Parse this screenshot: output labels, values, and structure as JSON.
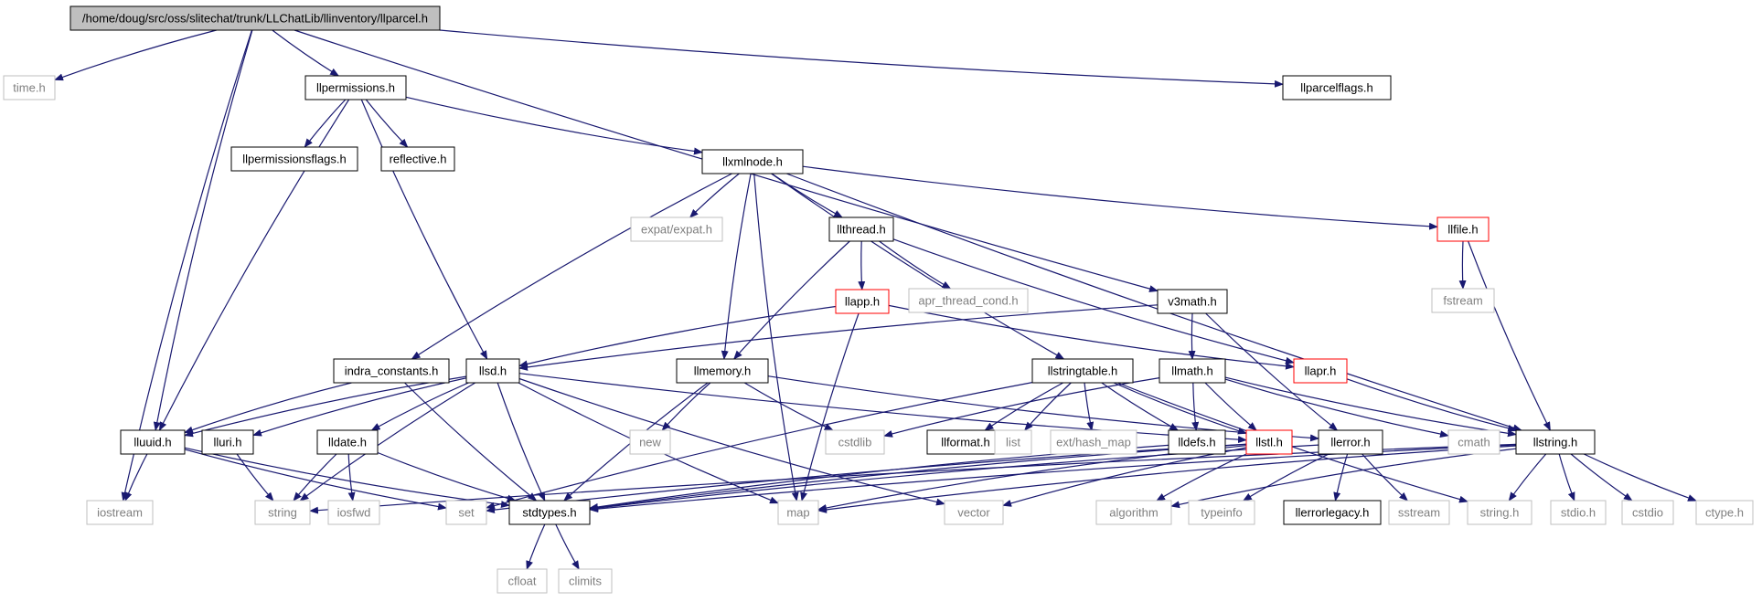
{
  "colors": {
    "edge": "#191970",
    "node_border": "#000000",
    "system_border": "#bfbfbf",
    "system_text": "#7f7f7f",
    "missing_border": "#ff0000",
    "root_fill": "#bfbfbf"
  },
  "nodes": [
    {
      "id": "root",
      "label": "/home/doug/src/oss/slitechat/trunk/LLChatLib/llinventory/llparcel.h",
      "kind": "root"
    },
    {
      "id": "time_h",
      "label": "time.h",
      "kind": "system"
    },
    {
      "id": "llpermissions_h",
      "label": "llpermissions.h",
      "kind": "normal"
    },
    {
      "id": "llparcelflags_h",
      "label": "llparcelflags.h",
      "kind": "normal"
    },
    {
      "id": "llpermissionsflags_h",
      "label": "llpermissionsflags.h",
      "kind": "normal"
    },
    {
      "id": "reflective_h",
      "label": "reflective.h",
      "kind": "normal"
    },
    {
      "id": "llxmlnode_h",
      "label": "llxmlnode.h",
      "kind": "normal"
    },
    {
      "id": "expat_h",
      "label": "expat/expat.h",
      "kind": "system"
    },
    {
      "id": "llthread_h",
      "label": "llthread.h",
      "kind": "normal"
    },
    {
      "id": "llfile_h",
      "label": "llfile.h",
      "kind": "missing"
    },
    {
      "id": "fstream",
      "label": "fstream",
      "kind": "system"
    },
    {
      "id": "llapp_h",
      "label": "llapp.h",
      "kind": "missing"
    },
    {
      "id": "apr_thread_cond_h",
      "label": "apr_thread_cond.h",
      "kind": "system"
    },
    {
      "id": "v3math_h",
      "label": "v3math.h",
      "kind": "normal"
    },
    {
      "id": "indra_constants_h",
      "label": "indra_constants.h",
      "kind": "normal"
    },
    {
      "id": "llsd_h",
      "label": "llsd.h",
      "kind": "normal"
    },
    {
      "id": "llmemory_h",
      "label": "llmemory.h",
      "kind": "normal"
    },
    {
      "id": "llstringtable_h",
      "label": "llstringtable.h",
      "kind": "normal"
    },
    {
      "id": "llmath_h",
      "label": "llmath.h",
      "kind": "normal"
    },
    {
      "id": "llapr_h",
      "label": "llapr.h",
      "kind": "missing"
    },
    {
      "id": "lluuid_h",
      "label": "lluuid.h",
      "kind": "normal"
    },
    {
      "id": "lluri_h",
      "label": "lluri.h",
      "kind": "normal"
    },
    {
      "id": "lldate_h",
      "label": "lldate.h",
      "kind": "normal"
    },
    {
      "id": "new",
      "label": "new",
      "kind": "system"
    },
    {
      "id": "cstdlib",
      "label": "cstdlib",
      "kind": "system"
    },
    {
      "id": "llformat_h",
      "label": "llformat.h",
      "kind": "normal"
    },
    {
      "id": "list",
      "label": "list",
      "kind": "system"
    },
    {
      "id": "hash_map",
      "label": "ext/hash_map",
      "kind": "system"
    },
    {
      "id": "lldefs_h",
      "label": "lldefs.h",
      "kind": "normal"
    },
    {
      "id": "llstl_h",
      "label": "llstl.h",
      "kind": "missing"
    },
    {
      "id": "llerror_h",
      "label": "llerror.h",
      "kind": "normal"
    },
    {
      "id": "cmath",
      "label": "cmath",
      "kind": "system"
    },
    {
      "id": "llstring_h",
      "label": "llstring.h",
      "kind": "normal"
    },
    {
      "id": "iostream",
      "label": "iostream",
      "kind": "system"
    },
    {
      "id": "string",
      "label": "string",
      "kind": "system"
    },
    {
      "id": "iosfwd",
      "label": "iosfwd",
      "kind": "system"
    },
    {
      "id": "set",
      "label": "set",
      "kind": "system"
    },
    {
      "id": "stdtypes_h",
      "label": "stdtypes.h",
      "kind": "normal"
    },
    {
      "id": "map",
      "label": "map",
      "kind": "system"
    },
    {
      "id": "vector",
      "label": "vector",
      "kind": "system"
    },
    {
      "id": "algorithm",
      "label": "algorithm",
      "kind": "system"
    },
    {
      "id": "typeinfo",
      "label": "typeinfo",
      "kind": "system"
    },
    {
      "id": "llerrorlegacy_h",
      "label": "llerrorlegacy.h",
      "kind": "normal"
    },
    {
      "id": "sstream",
      "label": "sstream",
      "kind": "system"
    },
    {
      "id": "string_h",
      "label": "string.h",
      "kind": "system"
    },
    {
      "id": "stdio_h",
      "label": "stdio.h",
      "kind": "system"
    },
    {
      "id": "cstdio",
      "label": "cstdio",
      "kind": "system"
    },
    {
      "id": "ctype_h",
      "label": "ctype.h",
      "kind": "system"
    },
    {
      "id": "cfloat",
      "label": "cfloat",
      "kind": "system"
    },
    {
      "id": "climits",
      "label": "climits",
      "kind": "system"
    }
  ],
  "edges": [
    [
      "root",
      "time_h"
    ],
    [
      "root",
      "llpermissions_h"
    ],
    [
      "root",
      "llparcelflags_h"
    ],
    [
      "root",
      "iostream"
    ],
    [
      "root",
      "lluuid_h"
    ],
    [
      "root",
      "v3math_h"
    ],
    [
      "llpermissions_h",
      "llpermissionsflags_h"
    ],
    [
      "llpermissions_h",
      "reflective_h"
    ],
    [
      "llpermissions_h",
      "llxmlnode_h"
    ],
    [
      "llpermissions_h",
      "llsd_h"
    ],
    [
      "llpermissions_h",
      "lluuid_h"
    ],
    [
      "llxmlnode_h",
      "expat_h"
    ],
    [
      "llxmlnode_h",
      "llthread_h"
    ],
    [
      "llxmlnode_h",
      "llfile_h"
    ],
    [
      "llxmlnode_h",
      "indra_constants_h"
    ],
    [
      "llxmlnode_h",
      "llmemory_h"
    ],
    [
      "llxmlnode_h",
      "llstringtable_h"
    ],
    [
      "llxmlnode_h",
      "llstring_h"
    ],
    [
      "llxmlnode_h",
      "map"
    ],
    [
      "llthread_h",
      "llapp_h"
    ],
    [
      "llthread_h",
      "apr_thread_cond_h"
    ],
    [
      "llthread_h",
      "llapr_h"
    ],
    [
      "llthread_h",
      "llmemory_h"
    ],
    [
      "llfile_h",
      "fstream"
    ],
    [
      "llfile_h",
      "llstring_h"
    ],
    [
      "llapp_h",
      "llsd_h"
    ],
    [
      "llapp_h",
      "llapr_h"
    ],
    [
      "llapp_h",
      "map"
    ],
    [
      "v3math_h",
      "llsd_h"
    ],
    [
      "v3math_h",
      "llmath_h"
    ],
    [
      "v3math_h",
      "llerror_h"
    ],
    [
      "indra_constants_h",
      "lluuid_h"
    ],
    [
      "indra_constants_h",
      "stdtypes_h"
    ],
    [
      "llsd_h",
      "lluuid_h"
    ],
    [
      "llsd_h",
      "lluri_h"
    ],
    [
      "llsd_h",
      "lldate_h"
    ],
    [
      "llsd_h",
      "string"
    ],
    [
      "llsd_h",
      "stdtypes_h"
    ],
    [
      "llsd_h",
      "map"
    ],
    [
      "llsd_h",
      "vector"
    ],
    [
      "llsd_h",
      "llstl_h"
    ],
    [
      "llmemory_h",
      "new"
    ],
    [
      "llmemory_h",
      "cstdlib"
    ],
    [
      "llmemory_h",
      "stdtypes_h"
    ],
    [
      "llmemory_h",
      "llerror_h"
    ],
    [
      "llstringtable_h",
      "llformat_h"
    ],
    [
      "llstringtable_h",
      "list"
    ],
    [
      "llstringtable_h",
      "hash_map"
    ],
    [
      "llstringtable_h",
      "lldefs_h"
    ],
    [
      "llstringtable_h",
      "llstl_h"
    ],
    [
      "llstringtable_h",
      "set"
    ],
    [
      "llstringtable_h",
      "string_h"
    ],
    [
      "llmath_h",
      "cstdlib"
    ],
    [
      "llmath_h",
      "lldefs_h"
    ],
    [
      "llmath_h",
      "llstl_h"
    ],
    [
      "llmath_h",
      "cmath"
    ],
    [
      "llmath_h",
      "llstring_h"
    ],
    [
      "llapr_h",
      "llstring_h"
    ],
    [
      "lluuid_h",
      "iostream"
    ],
    [
      "lluuid_h",
      "set"
    ],
    [
      "lluuid_h",
      "stdtypes_h"
    ],
    [
      "lluri_h",
      "string"
    ],
    [
      "lldate_h",
      "string"
    ],
    [
      "lldate_h",
      "iosfwd"
    ],
    [
      "lldate_h",
      "stdtypes_h"
    ],
    [
      "lldefs_h",
      "stdtypes_h"
    ],
    [
      "llstl_h",
      "map"
    ],
    [
      "llstl_h",
      "set"
    ],
    [
      "llstl_h",
      "vector"
    ],
    [
      "llstl_h",
      "algorithm"
    ],
    [
      "llstl_h",
      "stdtypes_h"
    ],
    [
      "llerror_h",
      "llerrorlegacy_h"
    ],
    [
      "llerror_h",
      "sstream"
    ],
    [
      "llerror_h",
      "typeinfo"
    ],
    [
      "llerror_h",
      "stdtypes_h"
    ],
    [
      "llstring_h",
      "stdtypes_h"
    ],
    [
      "llstring_h",
      "string_h"
    ],
    [
      "llstring_h",
      "stdio_h"
    ],
    [
      "llstring_h",
      "cstdio"
    ],
    [
      "llstring_h",
      "ctype_h"
    ],
    [
      "llstring_h",
      "map"
    ],
    [
      "llstring_h",
      "algorithm"
    ],
    [
      "llstring_h",
      "string"
    ],
    [
      "stdtypes_h",
      "cfloat"
    ],
    [
      "stdtypes_h",
      "climits"
    ]
  ]
}
